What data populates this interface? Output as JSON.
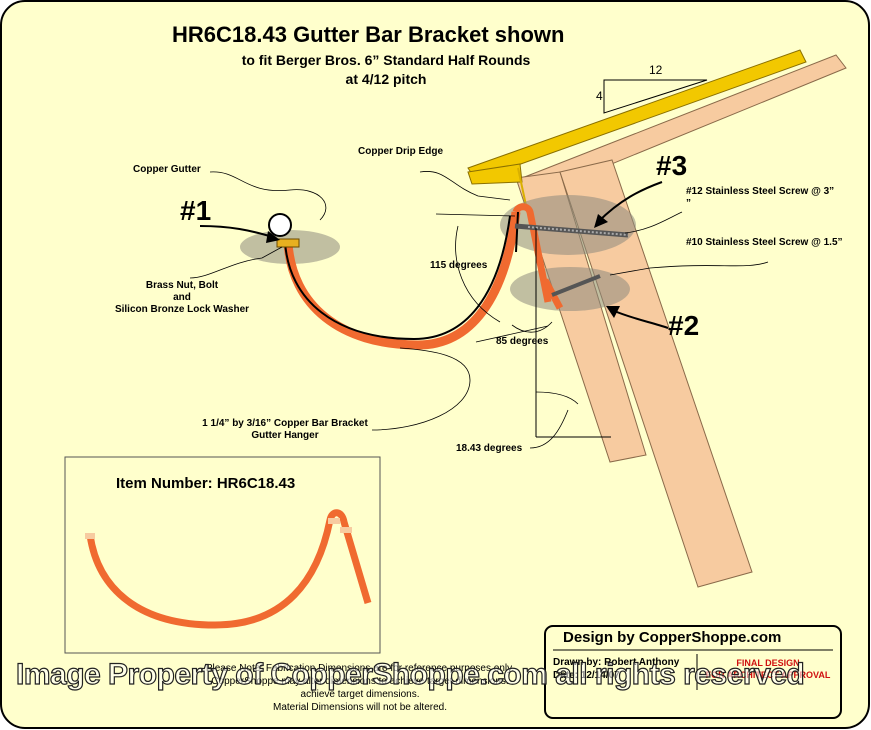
{
  "title": "HR6C18.43 Gutter Bar Bracket shown",
  "subtitle_line1": "to fit Berger Bros. 6” Standard Half Rounds",
  "subtitle_line2": "at 4/12 pitch",
  "pitch": {
    "run": "12",
    "rise": "4"
  },
  "labels": {
    "copper_gutter": "Copper Gutter",
    "copper_drip_edge": "Copper Drip Edge",
    "screw_12": "#12 Stainless Steel Screw @ 3”",
    "screw_12_cont": "”",
    "screw_10": "#10 Stainless Steel Screw @ 1.5”",
    "brass_line1": "Brass Nut, Bolt",
    "brass_line2": "and",
    "brass_line3": "Silicon Bronze Lock Washer",
    "bracket_line1": "1 1/4” by 3/16” Copper Bar Bracket",
    "bracket_line2": "Gutter Hanger"
  },
  "angles": {
    "a115": "115 degrees",
    "a85": "85 degrees",
    "a1843": "18.43 degrees"
  },
  "callouts": {
    "c1": "#1",
    "c2": "#2",
    "c3": "#3"
  },
  "item_number": "Item Number: HR6C18.43",
  "notes": {
    "line1": "Please Note: Fabrication Dimensions are for reference purposes only.",
    "line2": "CopperShoppe may alter dimensions to achieve target dimensions.",
    "line3": "achieve target dimensions.",
    "line4": "Material Dimensions will not be altered."
  },
  "title_block": {
    "heading": "Design by CopperShoppe.com",
    "drawn_by": "Drawn by: Robert Anthony",
    "date": "Date: 12/14/07",
    "status1": "FINAL DESIGN",
    "status2": "FOR ARCHITECT APPROVAL"
  },
  "watermark": "Image Property of CopperShoppe.com all rights reserved",
  "colors": {
    "background": "#ffffcc",
    "border": "#000000",
    "wood": "#f7cba0",
    "drip_edge": "#f2c800",
    "bracket": "#f06a30",
    "highlight": "#8e8a7e",
    "title_red": "#d01010"
  }
}
